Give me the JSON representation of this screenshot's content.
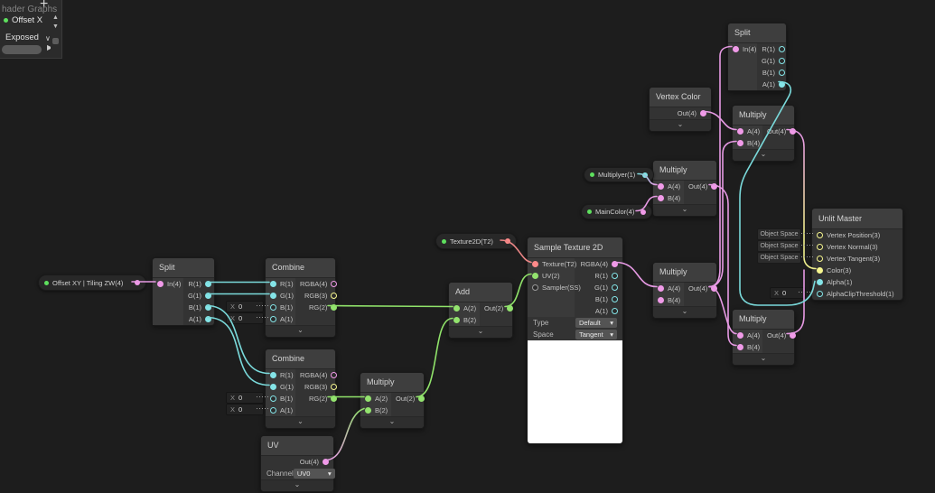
{
  "blackboard": {
    "title": "hader Graphs",
    "add_button": "+",
    "property_name": "Offset X",
    "exposed_label": "Exposed",
    "exposed_chevron": "∨",
    "scroll_up": "▲",
    "scroll_down": "▼",
    "play_arrow": "▶"
  },
  "pills": {
    "offset": "Offset XY | Tiling ZW(4)",
    "texture": "Texture2D(T2)",
    "multiplier": "Multiplyer(1)",
    "maincolor": "MainColor(4)"
  },
  "nodes": {
    "split_left": {
      "title": "Split",
      "in": "In(4)",
      "r": "R(1)",
      "g": "G(1)",
      "b": "B(1)",
      "a": "A(1)"
    },
    "combine_top": {
      "title": "Combine",
      "r": "R(1)",
      "g": "G(1)",
      "b": "B(1)",
      "a": "A(1)",
      "rgba": "RGBA(4)",
      "rgb": "RGB(3)",
      "rg": "RG(2)"
    },
    "combine_bottom": {
      "title": "Combine",
      "r": "R(1)",
      "g": "G(1)",
      "b": "B(1)",
      "a": "A(1)",
      "rgba": "RGBA(4)",
      "rgb": "RGB(3)",
      "rg": "RG(2)"
    },
    "multiply_uv": {
      "title": "Multiply",
      "a": "A(2)",
      "b": "B(2)",
      "out": "Out(2)"
    },
    "uv": {
      "title": "UV",
      "out": "Out(4)",
      "channel_label": "Channel",
      "channel_value": "UV0"
    },
    "add": {
      "title": "Add",
      "a": "A(2)",
      "b": "B(2)",
      "out": "Out(2)"
    },
    "sample_texture": {
      "title": "Sample Texture 2D",
      "texture": "Texture(T2)",
      "uv": "UV(2)",
      "sampler": "Sampler(SS)",
      "rgba": "RGBA(4)",
      "r": "R(1)",
      "g": "G(1)",
      "b": "B(1)",
      "a": "A(1)",
      "type_label": "Type",
      "type_value": "Default",
      "space_label": "Space",
      "space_value": "Tangent"
    },
    "vertex_color": {
      "title": "Vertex Color",
      "out": "Out(4)"
    },
    "split_right": {
      "title": "Split",
      "in": "In(4)",
      "r": "R(1)",
      "g": "G(1)",
      "b": "B(1)",
      "a": "A(1)"
    },
    "multiply_vertex": {
      "title": "Multiply",
      "a": "A(4)",
      "b": "B(4)",
      "out": "Out(4)"
    },
    "multiply_color": {
      "title": "Multiply",
      "a": "A(4)",
      "b": "B(4)",
      "out": "Out(4)"
    },
    "multiply_texture": {
      "title": "Multiply",
      "a": "A(4)",
      "b": "B(4)",
      "out": "Out(4)"
    },
    "multiply_final": {
      "title": "Multiply",
      "a": "A(4)",
      "b": "B(4)",
      "out": "Out(4)"
    },
    "unlit_master": {
      "title": "Unlit Master",
      "vertex_position": "Vertex Position(3)",
      "vertex_normal": "Vertex Normal(3)",
      "vertex_tangent": "Vertex Tangent(3)",
      "color": "Color(3)",
      "alpha": "Alpha(1)",
      "alpha_clip": "AlphaClipThreshold(1)",
      "object_space": "Object Space"
    }
  },
  "fields": {
    "x_label": "X",
    "x_value": "0"
  },
  "icons": {
    "chevron_down": "⌄",
    "dropdown_arrow": "▾"
  },
  "colors": {
    "vector1": "#84e4e7",
    "vector2": "#93e36e",
    "vector3": "#f6f68f",
    "vector4": "#f09ae8",
    "texture2d": "#ff8a8a",
    "exposed_dot": "#5ee05e",
    "background": "#1d1d1d",
    "node_body": "#333333",
    "node_title": "#3e3e3e",
    "wire_green": "#90e36a",
    "wire_pink": "#e79ae4",
    "wire_cyan": "#7adadb",
    "wire_red": "#ea8585",
    "wire_yellow": "#f0f08c"
  }
}
